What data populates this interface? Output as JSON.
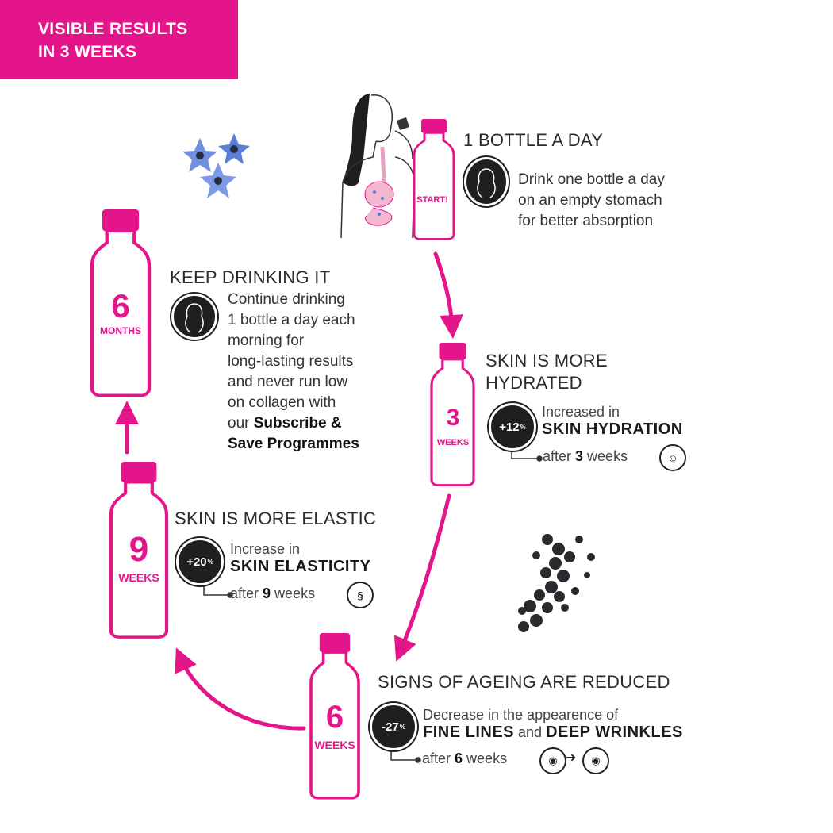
{
  "banner": {
    "line1": "VISIBLE RESULTS",
    "line2": "IN 3 WEEKS"
  },
  "colors": {
    "accent": "#e4148a",
    "dark": "#1f1f1f"
  },
  "start": {
    "bottle_label": "START!",
    "heading": "1 BOTTLE A DAY",
    "desc_lines": [
      "Drink one bottle a day",
      "on an empty stomach",
      "for better absorption"
    ]
  },
  "week3": {
    "bottle_num": "3",
    "bottle_unit": "WEEKS",
    "heading_l1": "SKIN IS MORE",
    "heading_l2": "HYDRATED",
    "badge": "+12",
    "badge_unit": "%",
    "line1": "Increased in",
    "line2": "SKIN HYDRATION",
    "after_pre": "after ",
    "after_num": "3",
    "after_post": " weeks"
  },
  "week6": {
    "bottle_num": "6",
    "bottle_unit": "WEEKS",
    "heading": "SIGNS OF AGEING ARE REDUCED",
    "badge": "-27",
    "badge_unit": "%",
    "line1": "Decrease in the appearence of",
    "line2a": "FINE LINES",
    "line2b": " and ",
    "line2c": "DEEP WRINKLES",
    "after_pre": "after ",
    "after_num": "6",
    "after_post": " weeks"
  },
  "week9": {
    "bottle_num": "9",
    "bottle_unit": "WEEKS",
    "heading": "SKIN IS MORE ELASTIC",
    "badge": "+20",
    "badge_unit": "%",
    "line1": "Increase in",
    "line2": "SKIN ELASTICITY",
    "after_pre": "after ",
    "after_num": "9",
    "after_post": " weeks"
  },
  "month6": {
    "bottle_num": "6",
    "bottle_unit": "MONTHS",
    "heading": "KEEP DRINKING IT",
    "desc_lines": [
      "Continue drinking",
      "1 bottle a day each",
      "morning for",
      "long-lasting results",
      "and never run low",
      "on collagen with"
    ],
    "desc_last_pre": "our ",
    "desc_last_bold1": "Subscribe &",
    "desc_last_bold2": "Save Programmes"
  },
  "icons": {
    "flowers": "borage-flowers-icon",
    "berries": "black-pepper-icon",
    "woman": "woman-drinking-icon",
    "hydration": "water-face-icon",
    "elastic": "spring-icon",
    "eye": "eye-icon",
    "arrow": "arrow-right-icon"
  }
}
